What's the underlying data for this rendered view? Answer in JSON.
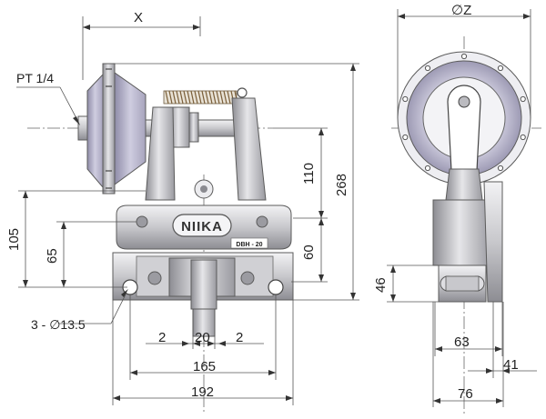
{
  "product": {
    "brand_label": "NIIKA",
    "model_label": "DBH - 20"
  },
  "front_view": {
    "port_label": "PT 1/4",
    "holes_label": "3 - ∅13.5",
    "dims": {
      "width_top": "X",
      "height_overall": "268",
      "height_upper": "110",
      "height_left": "105",
      "height_inner_left": "65",
      "height_inner_right": "60",
      "gap_left": "2",
      "shoe_width": "20",
      "gap_right": "2",
      "hole_pitch": "165",
      "base_width": "192"
    }
  },
  "side_view": {
    "diameter_label": "∅Z",
    "dims": {
      "bracket_height": "46",
      "depth_63": "63",
      "depth_41": "41",
      "depth_76": "76"
    }
  },
  "colors": {
    "steel_light": "#d9d9dc",
    "steel_mid": "#a9a9ae",
    "steel_dark": "#6e6e74",
    "diaphragm": "#b9b6cf",
    "spring": "#8b6a3f"
  }
}
